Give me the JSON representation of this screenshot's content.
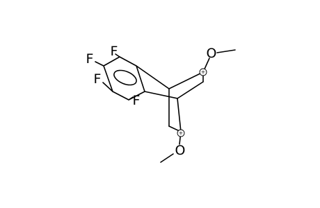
{
  "molecule": {
    "atoms": {
      "f1": "F",
      "f2": "F",
      "f3": "F",
      "f4": "F",
      "o_top": "O",
      "o_bottom": "O"
    },
    "charges": {
      "top": "+",
      "bottom": "+"
    }
  }
}
